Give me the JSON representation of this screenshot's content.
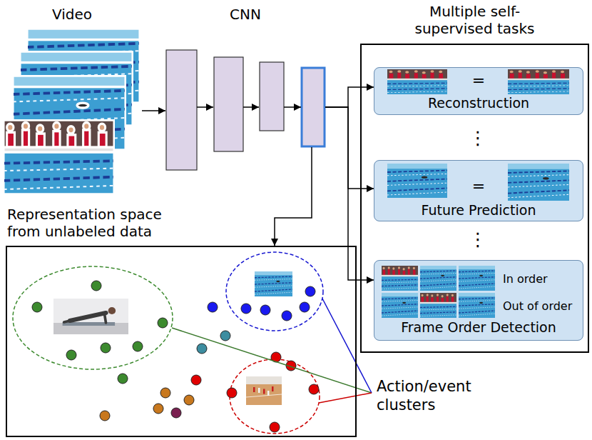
{
  "diagram": {
    "nodes": [
      {
        "text": [
          "Video"
        ]
      },
      {
        "text": [
          "CNN"
        ]
      },
      {
        "text": [
          "Multiple self-supervised tasks"
        ]
      },
      {
        "text": [
          "=",
          "Reconstruction"
        ],
        "in": 2
      },
      {
        "text": [
          "=",
          "Future Prediction"
        ],
        "in": 2
      },
      {
        "text": [
          "In order",
          "Out of order",
          "Frame Order Detection"
        ],
        "in": 2
      },
      {
        "text": [
          "Representation space from unlabeled data"
        ]
      }
    ],
    "edges": [
      {
        "from": 0,
        "to": 1,
        "arrow": "to"
      },
      {
        "from": 1,
        "to": 3,
        "arrow": "to"
      },
      {
        "from": 1,
        "to": 4,
        "arrow": "to"
      },
      {
        "from": 1,
        "to": 5,
        "arrow": "to"
      },
      {
        "from": 1,
        "to": 6,
        "arrow": "to"
      }
    ],
    "labels": [
      "⋮",
      "⋮",
      "Action/event clusters"
    ]
  }
}
